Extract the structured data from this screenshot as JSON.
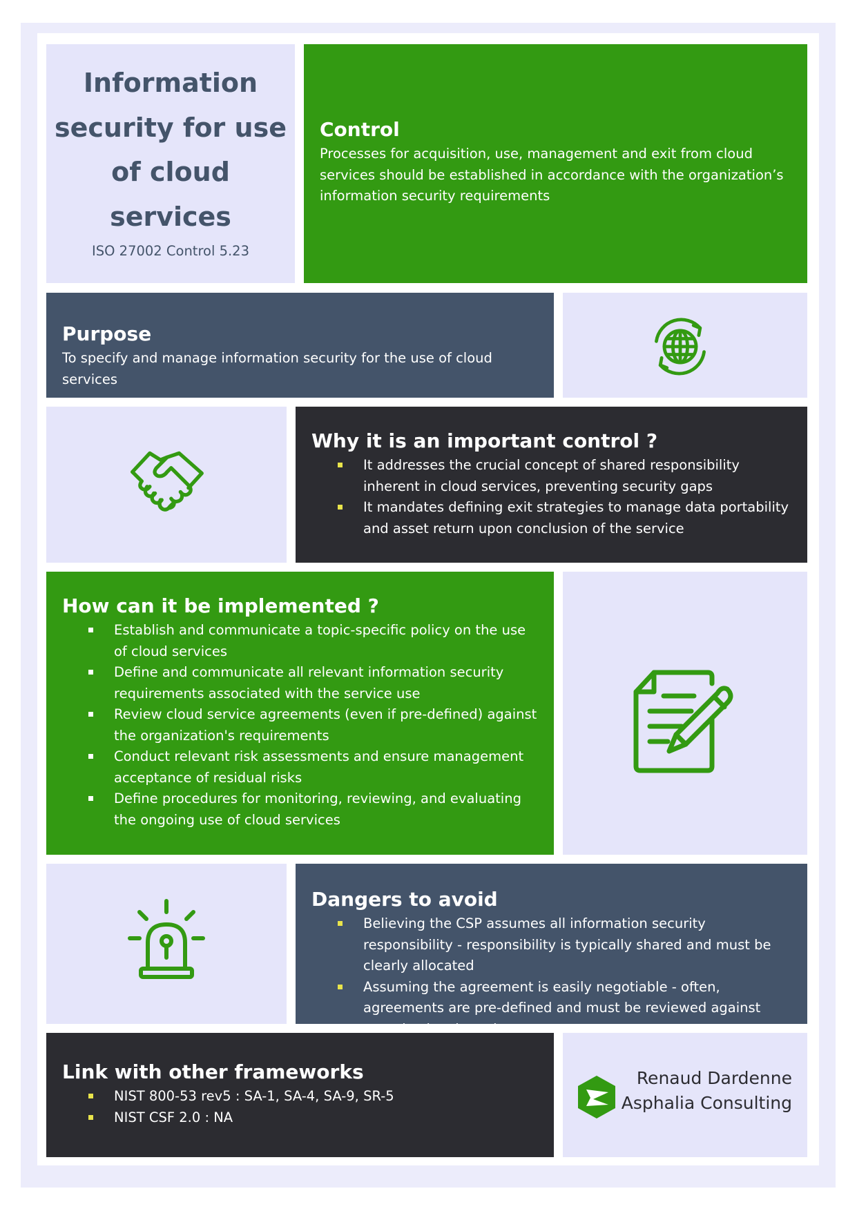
{
  "title": "Information security for use of cloud services",
  "subtitle": "ISO 27002 Control 5.23",
  "control": {
    "heading": "Control",
    "text": "Processes for acquisition, use, management and exit from cloud services should be established in accordance with the organization’s information security requirements"
  },
  "purpose": {
    "heading": "Purpose",
    "text": "To specify and manage information security for the use of cloud services"
  },
  "why": {
    "heading": "Why it is an important control ?",
    "items": [
      "It addresses the crucial concept of shared responsibility inherent in cloud services, preventing security gaps",
      "It mandates defining exit strategies to manage data portability and asset return upon conclusion of the service"
    ]
  },
  "how": {
    "heading": "How can it be implemented ?",
    "items": [
      "Establish and communicate a topic-specific policy on the use of cloud services",
      "Define and communicate all relevant information security requirements associated with the service use",
      "Review cloud service agreements (even if pre-defined) against the organization's requirements",
      "Conduct relevant risk assessments and ensure management acceptance of residual risks",
      "Define procedures for monitoring, reviewing, and evaluating the ongoing use of cloud services"
    ]
  },
  "dangers": {
    "heading": "Dangers to avoid",
    "items": [
      "Believing the CSP assumes all information security responsibility - responsibility is typically shared and must be clearly allocated",
      "Assuming the agreement is easily negotiable -  often, agreements are pre-defined and must be reviewed against organizational needs"
    ]
  },
  "frameworks": {
    "heading": "Link with other frameworks",
    "items": [
      "NIST 800-53 rev5 : SA-1, SA-4, SA-9, SR-5",
      "NIST CSF 2.0 : NA"
    ]
  },
  "author": {
    "name": "Renaud Dardenne",
    "company": "Asphalia Consulting"
  },
  "colors": {
    "green": "#339a12",
    "slate": "#44546a",
    "dark": "#2c2c31",
    "lavender": "#e5e5fa",
    "bullet_yellow": "#e9e44b"
  },
  "icons": [
    "globe-refresh-icon",
    "handshake-icon",
    "document-edit-icon",
    "alarm-siren-icon",
    "asphalia-logo-icon"
  ]
}
